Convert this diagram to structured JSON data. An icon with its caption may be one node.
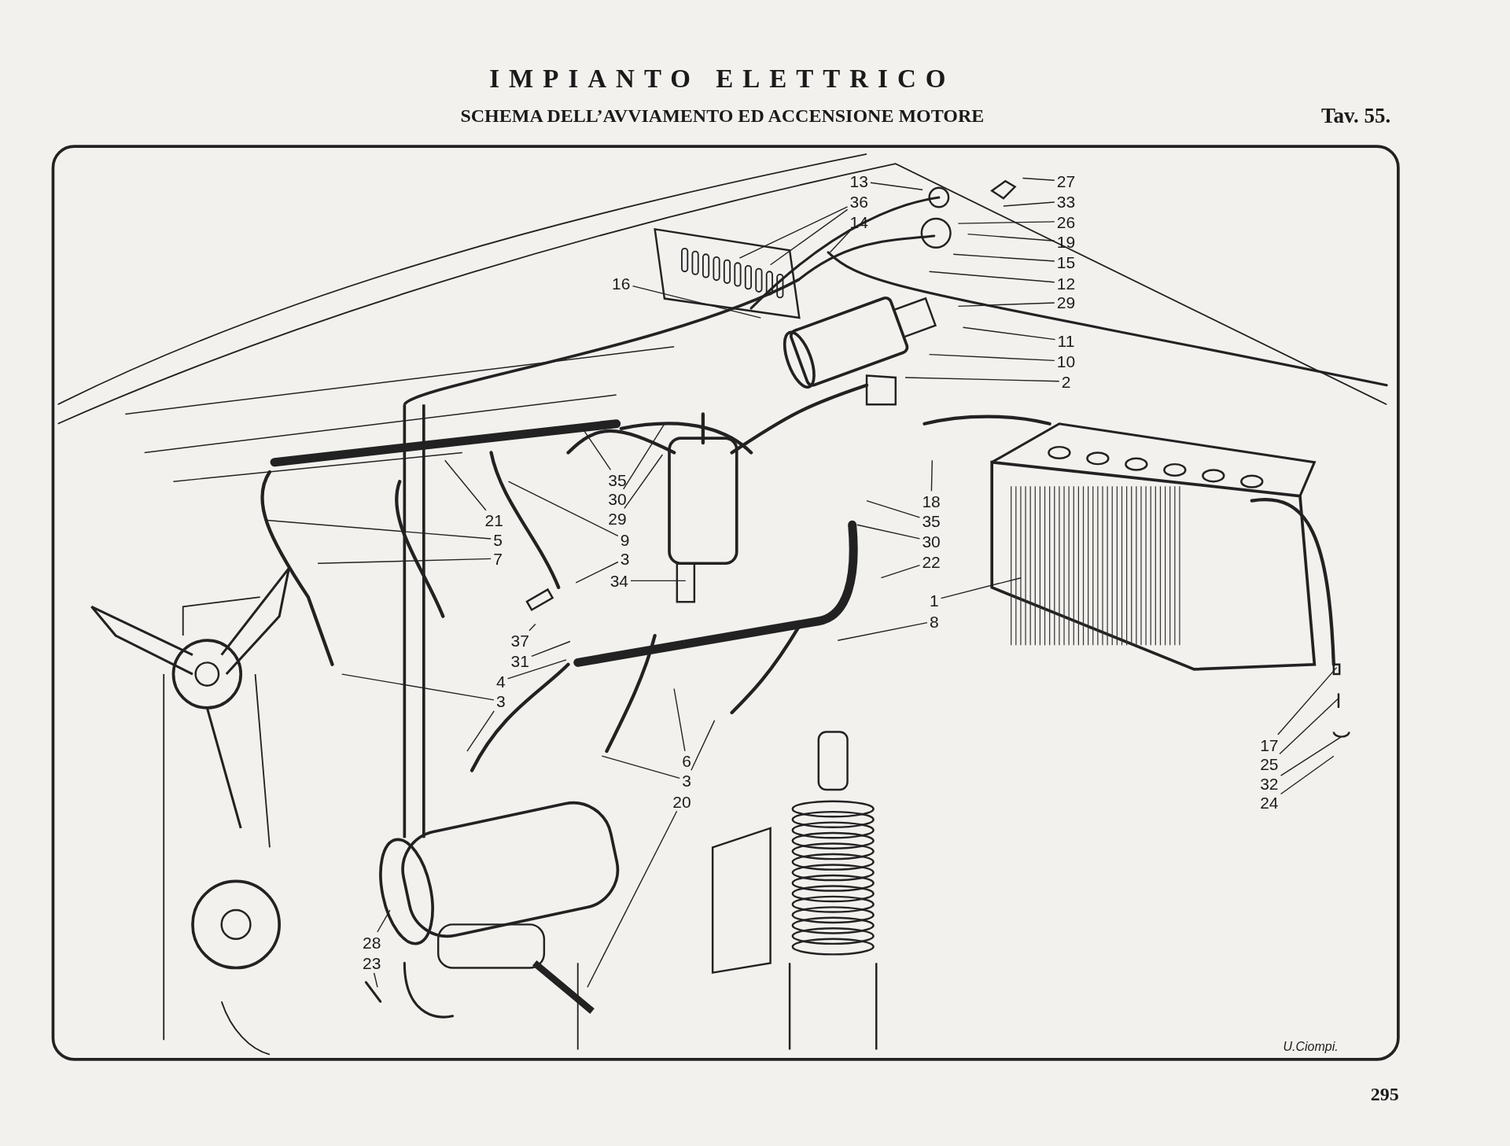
{
  "diagram": {
    "title": "IMPIANTO ELETTRICO",
    "nodes": [
      {
        "text": [
          "13"
        ]
      },
      {
        "text": [
          "27"
        ]
      },
      {
        "text": [
          "36"
        ]
      },
      {
        "text": [
          "33"
        ]
      },
      {
        "text": [
          "14"
        ]
      },
      {
        "text": [
          "26"
        ]
      },
      {
        "text": [
          "19"
        ]
      },
      {
        "text": [
          "15"
        ]
      },
      {
        "text": [
          "16"
        ]
      },
      {
        "text": [
          "12"
        ]
      },
      {
        "text": [
          "29"
        ]
      },
      {
        "text": [
          "11"
        ]
      },
      {
        "text": [
          "10"
        ]
      },
      {
        "text": [
          "2"
        ]
      },
      {
        "text": [
          "35"
        ]
      },
      {
        "text": [
          "30"
        ]
      },
      {
        "text": [
          "18"
        ]
      },
      {
        "text": [
          "21"
        ]
      },
      {
        "text": [
          "29"
        ]
      },
      {
        "text": [
          "35"
        ]
      },
      {
        "text": [
          "5"
        ]
      },
      {
        "text": [
          "9"
        ]
      },
      {
        "text": [
          "30"
        ]
      },
      {
        "text": [
          "7"
        ]
      },
      {
        "text": [
          "3"
        ]
      },
      {
        "text": [
          "22"
        ]
      },
      {
        "text": [
          "34"
        ]
      },
      {
        "text": [
          "1"
        ]
      },
      {
        "text": [
          "8"
        ]
      },
      {
        "text": [
          "37"
        ]
      },
      {
        "text": [
          "31"
        ]
      },
      {
        "text": [
          "4"
        ]
      },
      {
        "text": [
          "3"
        ]
      },
      {
        "text": [
          "17"
        ]
      },
      {
        "text": [
          "6"
        ]
      },
      {
        "text": [
          "25"
        ]
      },
      {
        "text": [
          "3"
        ]
      },
      {
        "text": [
          "32"
        ]
      },
      {
        "text": [
          "20"
        ]
      },
      {
        "text": [
          "24"
        ]
      },
      {
        "text": [
          "28"
        ]
      },
      {
        "text": [
          "23"
        ]
      }
    ],
    "edges": [
      {
        "from": 0,
        "to": null,
        "arrow": "none"
      },
      {
        "from": 1,
        "to": null,
        "arrow": "none"
      },
      {
        "from": 2,
        "to": null,
        "arrow": "none"
      },
      {
        "from": 2,
        "to": null,
        "arrow": "none"
      },
      {
        "from": 3,
        "to": null,
        "arrow": "none"
      },
      {
        "from": 4,
        "to": null,
        "arrow": "none"
      },
      {
        "from": 5,
        "to": null,
        "arrow": "none"
      },
      {
        "from": 6,
        "to": null,
        "arrow": "none"
      },
      {
        "from": 7,
        "to": null,
        "arrow": "none"
      },
      {
        "from": 8,
        "to": null,
        "arrow": "none"
      },
      {
        "from": 9,
        "to": null,
        "arrow": "none"
      },
      {
        "from": 10,
        "to": null,
        "arrow": "none"
      },
      {
        "from": 11,
        "to": null,
        "arrow": "none"
      },
      {
        "from": 12,
        "to": null,
        "arrow": "none"
      },
      {
        "from": 13,
        "to": null,
        "arrow": "none"
      },
      {
        "from": 14,
        "to": null,
        "arrow": "none"
      },
      {
        "from": 15,
        "to": null,
        "arrow": "none"
      },
      {
        "from": 16,
        "to": null,
        "arrow": "none"
      },
      {
        "from": 17,
        "to": null,
        "arrow": "none"
      },
      {
        "from": 18,
        "to": null,
        "arrow": "none"
      },
      {
        "from": 19,
        "to": null,
        "arrow": "none"
      },
      {
        "from": 20,
        "to": null,
        "arrow": "none"
      },
      {
        "from": 21,
        "to": null,
        "arrow": "none"
      },
      {
        "from": 22,
        "to": null,
        "arrow": "none"
      },
      {
        "from": 23,
        "to": null,
        "arrow": "none"
      },
      {
        "from": 24,
        "to": null,
        "arrow": "none"
      },
      {
        "from": 25,
        "to": null,
        "arrow": "none"
      },
      {
        "from": 26,
        "to": null,
        "arrow": "none"
      },
      {
        "from": 27,
        "to": null,
        "arrow": "none"
      },
      {
        "from": 28,
        "to": null,
        "arrow": "none"
      },
      {
        "from": 29,
        "to": null,
        "arrow": "none"
      },
      {
        "from": 30,
        "to": null,
        "arrow": "none"
      },
      {
        "from": 31,
        "to": null,
        "arrow": "none"
      },
      {
        "from": 32,
        "to": null,
        "arrow": "none"
      },
      {
        "from": 32,
        "to": null,
        "arrow": "none"
      },
      {
        "from": 33,
        "to": null,
        "arrow": "none"
      },
      {
        "from": 34,
        "to": null,
        "arrow": "none"
      },
      {
        "from": 35,
        "to": null,
        "arrow": "none"
      },
      {
        "from": 36,
        "to": null,
        "arrow": "none"
      },
      {
        "from": 36,
        "to": null,
        "arrow": "none"
      },
      {
        "from": 37,
        "to": null,
        "arrow": "none"
      },
      {
        "from": 38,
        "to": null,
        "arrow": "none"
      },
      {
        "from": 39,
        "to": null,
        "arrow": "none"
      },
      {
        "from": 40,
        "to": null,
        "arrow": "none"
      },
      {
        "from": 41,
        "to": null,
        "arrow": "none"
      }
    ],
    "labels": [
      "SCHEMA DELL’AVVIAMENTO ED ACCENSIONE MOTORE",
      "Tav. 55.",
      "U.Ciompi.",
      "295"
    ]
  }
}
